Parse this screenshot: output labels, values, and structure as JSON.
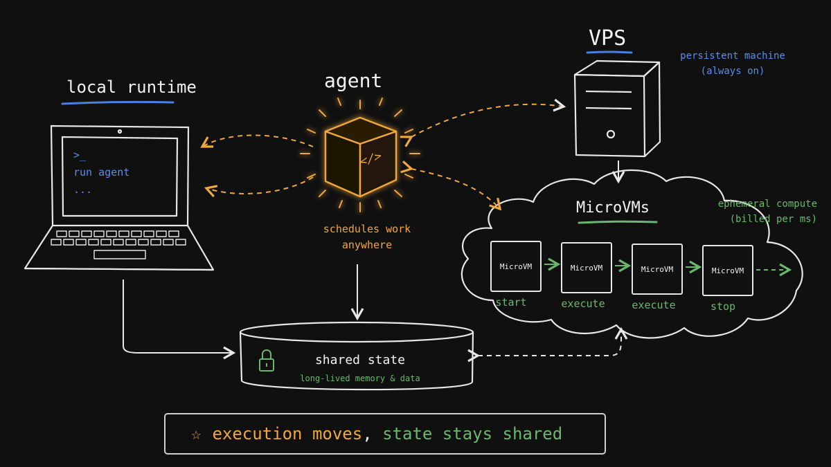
{
  "labels": {
    "local_runtime": "local runtime",
    "agent": "agent",
    "vps": "VPS",
    "vps_note_line1": "persistent machine",
    "vps_note_line2": "(always on)",
    "agent_caption_line1": "schedules work",
    "agent_caption_line2": "anywhere",
    "microvms_title": "MicroVMs",
    "ephemeral_line1": "ephemeral compute",
    "ephemeral_line2": "(billed per ms)",
    "shared_state": "shared state",
    "shared_state_sub": "long-lived memory & data"
  },
  "terminal": {
    "prompt": ">_",
    "command": "run agent",
    "ellipsis": "..."
  },
  "agent_icon_glyph": "</>",
  "microvms": [
    {
      "box": "MicroVM",
      "label": "start"
    },
    {
      "box": "MicroVM",
      "label": "execute"
    },
    {
      "box": "MicroVM",
      "label": "execute"
    },
    {
      "box": "MicroVM",
      "label": "stop"
    }
  ],
  "banner": {
    "star": "☆",
    "part1": "execution moves",
    "comma": ",",
    "part2": "state stays shared"
  },
  "colors": {
    "background": "#101010",
    "orange": "#f0a83a",
    "blue": "#5b8ee8",
    "green": "#6ab86e",
    "line": "#e8e8e8"
  }
}
